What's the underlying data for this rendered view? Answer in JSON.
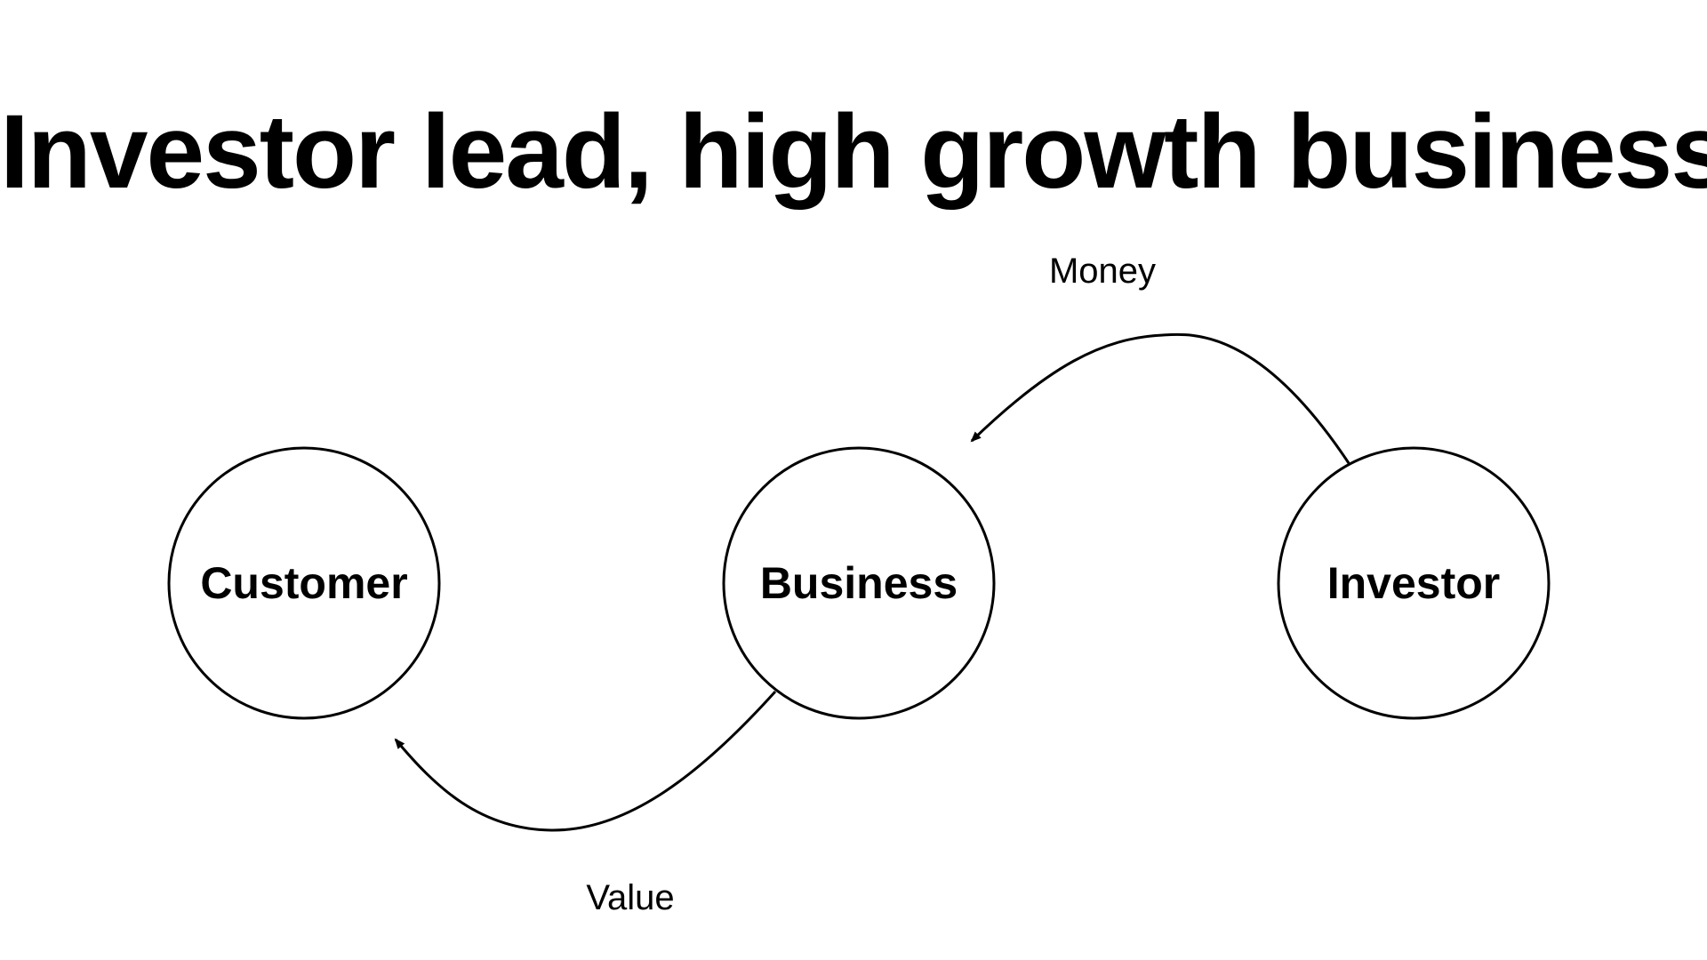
{
  "title": "Investor lead, high growth business",
  "nodes": {
    "customer": {
      "label": "Customer"
    },
    "business": {
      "label": "Business"
    },
    "investor": {
      "label": "Investor"
    }
  },
  "flows": {
    "money": {
      "label": "Money",
      "from": "Investor",
      "to": "Business"
    },
    "value": {
      "label": "Value",
      "from": "Business",
      "to": "Customer"
    }
  },
  "colors": {
    "background": "#ffffff",
    "ink": "#000000"
  }
}
